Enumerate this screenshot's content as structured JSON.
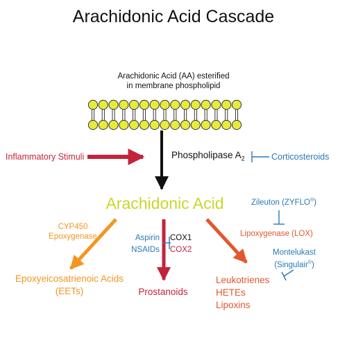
{
  "title": "Arachidonic Acid Cascade",
  "subtitle_lines": [
    "Arachidonic Acid (AA) esterified",
    "in membrane phospholipid"
  ],
  "inflammatory_stimuli": "Inflammatory Stimuli",
  "phospholipase": {
    "text": "Phospholipase A",
    "subscript": "2"
  },
  "corticosteroids": "Corticosteroids",
  "arachidonic_acid": "Arachidonic Acid",
  "zileuton": {
    "text": "Zileuton (ZYFLO",
    "mark": "®",
    "close": ")"
  },
  "lipoxygenase": "Lipoxygenase (LOX)",
  "cyp450_lines": [
    "CYP450",
    "Epoxygenase"
  ],
  "cox_inhibitors": [
    "Aspirin",
    "NSAIDs"
  ],
  "cox1": "COX1",
  "cox2": "COX2",
  "montelukast": {
    "name": "Montelukast",
    "brand": "(Singulair",
    "mark": "®",
    "close": ")"
  },
  "eets_lines": [
    "Epoxyeicosatrienoic Acids",
    "(EETs)"
  ],
  "prostanoids": "Prostanoids",
  "lox_products": [
    "Leukotrienes",
    "HETEs",
    "Lipoxins"
  ],
  "colors": {
    "red": "#c3243c",
    "orange": "#f39621",
    "orange_red": "#e4572e",
    "blue": "#2b78b6",
    "yellow_green": "#c9d62b",
    "lipid_head": "#e7ec3a",
    "black": "#111111"
  },
  "icons": [
    "phospholipid-bilayer",
    "inhibition-bar"
  ]
}
